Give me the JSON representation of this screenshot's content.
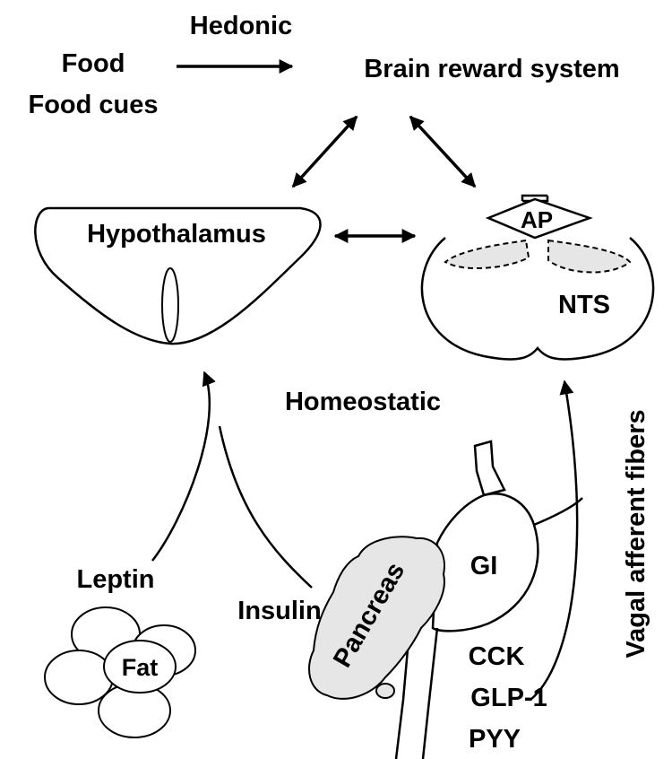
{
  "labels": {
    "hedonic": "Hedonic",
    "food": "Food",
    "food_cues": "Food cues",
    "brain_reward_system": "Brain reward system",
    "hypothalamus": "Hypothalamus",
    "ap": "AP",
    "nts": "NTS",
    "homeostatic": "Homeostatic",
    "vagal_afferent_fibers": "Vagal afferent fibers",
    "gi": "GI",
    "pancreas": "Pancreas",
    "leptin": "Leptin",
    "insulin": "Insulin",
    "fat": "Fat",
    "cck": "CCK",
    "glp1": "GLP-1",
    "pyy": "PYY"
  },
  "colors": {
    "ink": "#000000",
    "pancreas_fill": "#e6e6e6",
    "nts_region_fill": "#e6e6e6"
  }
}
